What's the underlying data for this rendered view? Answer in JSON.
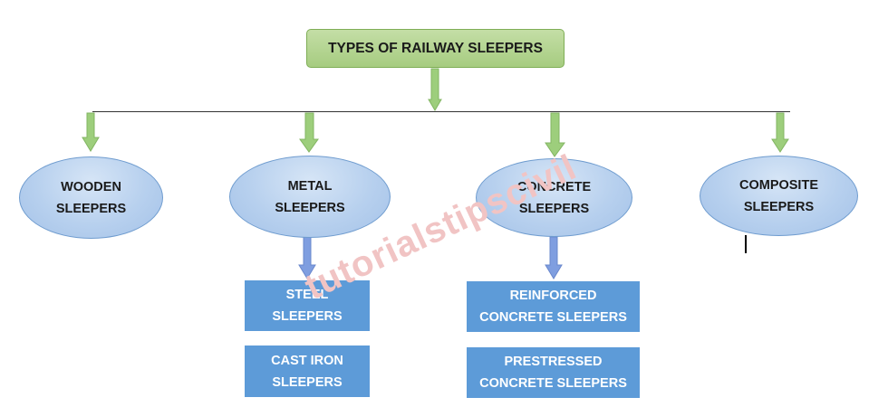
{
  "diagram": {
    "title": "TYPES OF RAILWAY SLEEPERS",
    "categories": [
      {
        "line1": "WOODEN",
        "line2": "SLEEPERS"
      },
      {
        "line1": "METAL",
        "line2": "SLEEPERS"
      },
      {
        "line1": "CONCRETE",
        "line2": "SLEEPERS"
      },
      {
        "line1": "COMPOSITE",
        "line2": "SLEEPERS"
      }
    ],
    "metal_types": [
      {
        "line1": "STEEL",
        "line2": "SLEEPERS"
      },
      {
        "line1": "CAST IRON",
        "line2": "SLEEPERS"
      }
    ],
    "concrete_types": [
      {
        "line1": "REINFORCED",
        "line2": "CONCRETE SLEEPERS"
      },
      {
        "line1": "PRESTRESSED",
        "line2": "CONCRETE SLEEPERS"
      }
    ],
    "watermark": "tutorialstipscivil"
  },
  "colors": {
    "root_fill": "#a6cc80",
    "ellipse_fill": "#b7d0ee",
    "rect_fill": "#5d9bd8",
    "green_arrow": "#9dce7c",
    "blue_arrow": "#7f9ee0",
    "watermark": "#f1c4c4"
  }
}
